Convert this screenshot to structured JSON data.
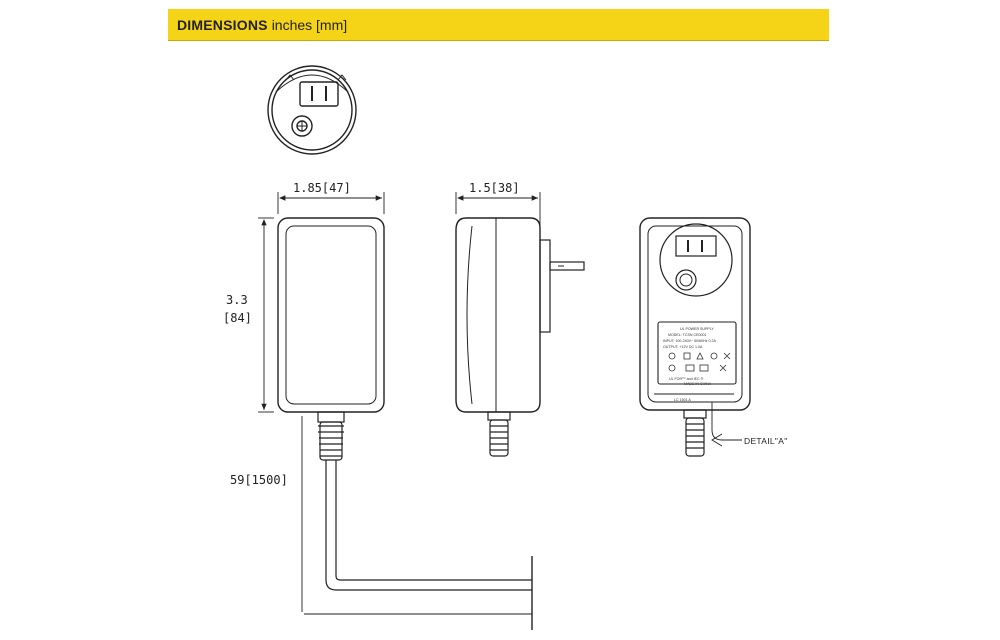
{
  "header": {
    "title": "DIMENSIONS",
    "units": "inches [mm]",
    "color": "#f5d418"
  },
  "dimensions": {
    "width": "1.85[47]",
    "depth": "1.5[38]",
    "height_value": "3.3",
    "height_mm": "[84]",
    "cable_length": "59[1500]"
  },
  "callouts": {
    "detail": "DETAIL\"A\""
  },
  "label_plate": {
    "line1": "UL POWER SUPPLY",
    "line2": "MODEL: TCSN CE0001",
    "line3": "INPUT: 100-240V~ 50/60Hz 0.2A",
    "line4": "OUTPUT: +12V DC 1.0A",
    "line5": "UL FOR™ and IEC ®",
    "line6": "MADE IN CHINA",
    "code": "LC 1501 A"
  }
}
